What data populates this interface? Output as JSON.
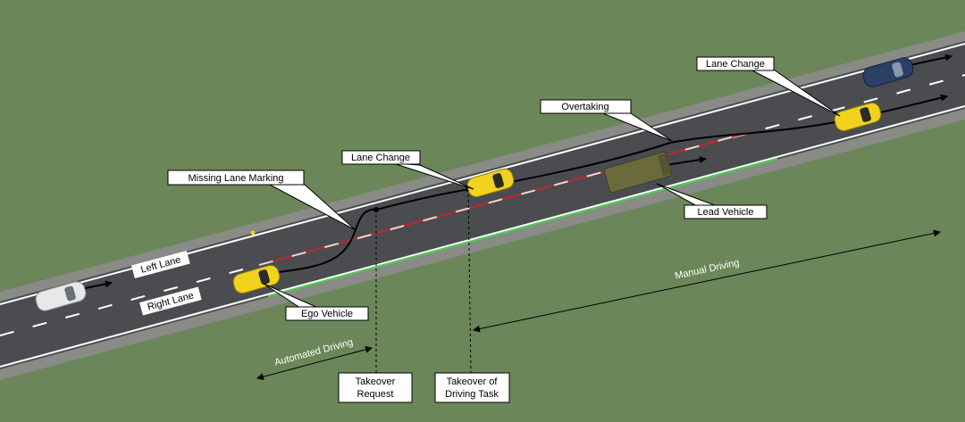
{
  "labels": {
    "lane_change_1": "Lane Change",
    "lane_change_2": "Lane Change",
    "overtaking": "Overtaking",
    "missing_lane_marking": "Missing Lane  Marking",
    "lead_vehicle": "Lead Vehicle",
    "ego_vehicle": "Ego Vehicle",
    "left_lane": "Left Lane",
    "right_lane": "Right Lane",
    "automated_driving": "Automated Driving",
    "manual_driving": "Manual Driving",
    "takeover_request_line1": "Takeover",
    "takeover_request_line2": "Request",
    "takeover_task_line1": "Takeover of",
    "takeover_task_line2": "Driving Task"
  },
  "colors": {
    "grass": "#6f8a5c",
    "road": "#4a4c50",
    "ego_vehicle": "#f2d21c",
    "lead_vehicle": "#6b6a3c",
    "white_car": "#e8e8e8",
    "blue_car": "#2c3f66",
    "left_lane_line": "#c0282a",
    "right_lane_line": "#4ccf4c"
  }
}
